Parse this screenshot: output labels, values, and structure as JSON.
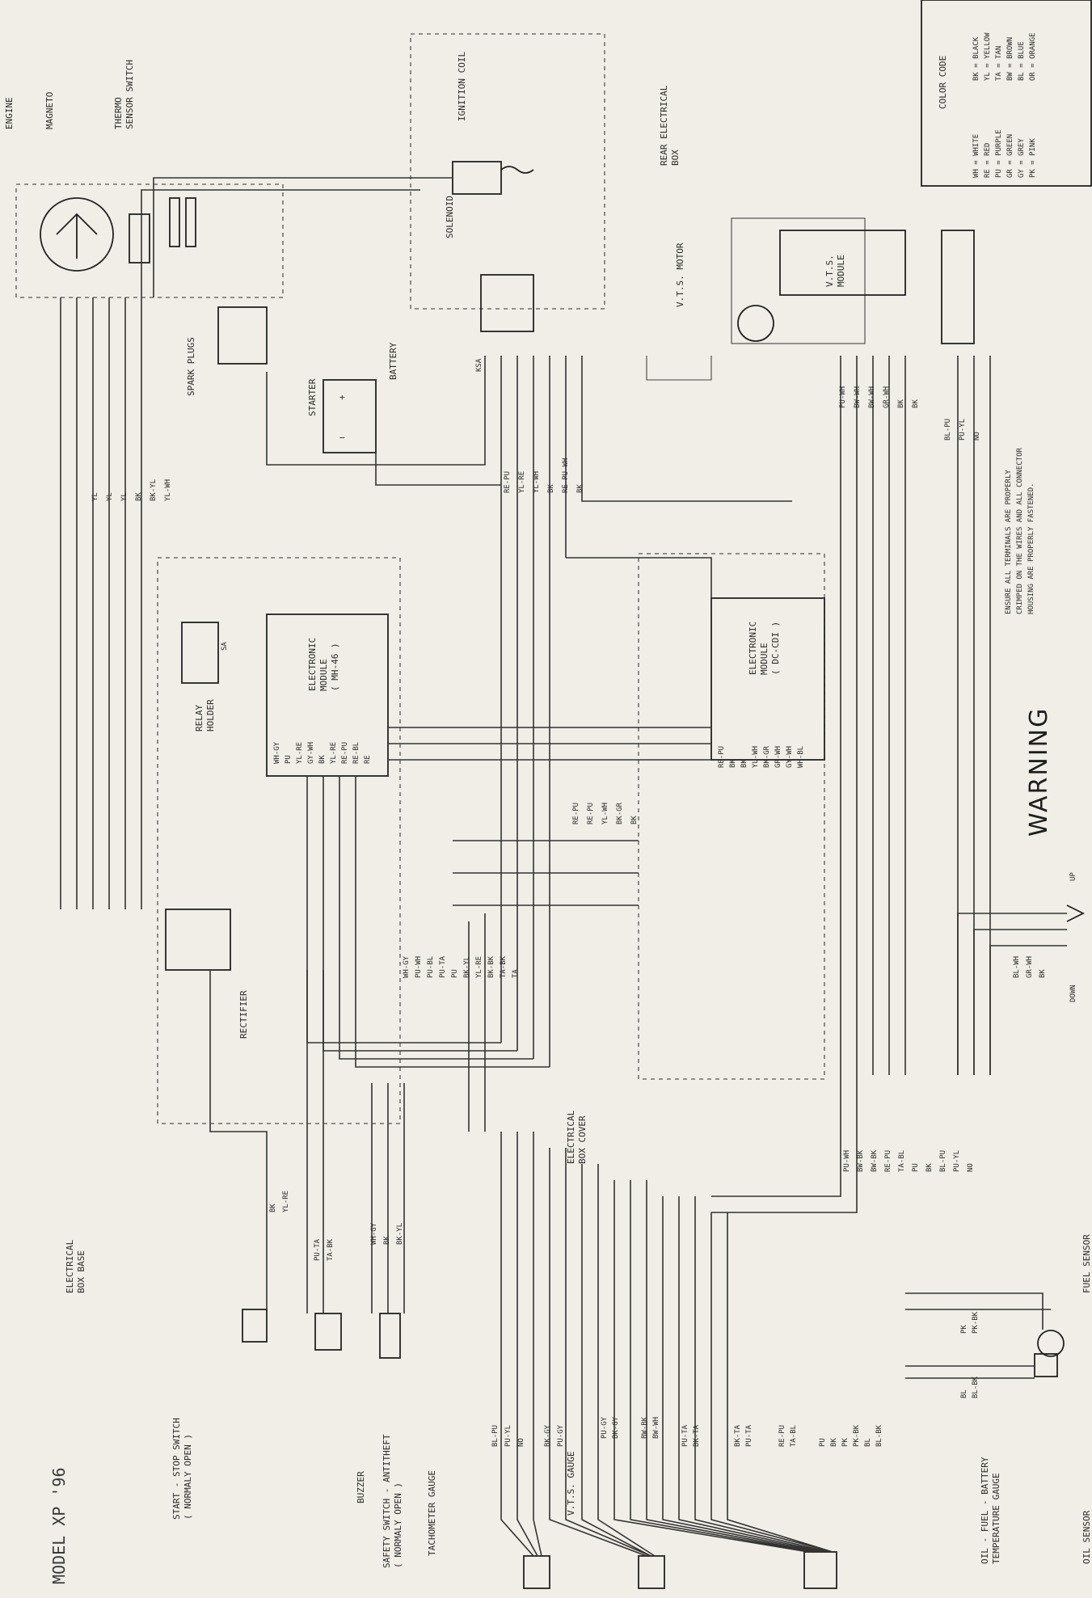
{
  "title": "MODEL XP '96",
  "color_code": {
    "heading": "COLOR CODE",
    "left": [
      "WH = WHITE",
      "RE = RED",
      "PU = PURPLE",
      "GR = GREEN",
      "GY = GREY",
      "PK = PINK"
    ],
    "right": [
      "BK = BLACK",
      "YL = YELLOW",
      "TA = TAN",
      "BW = BROWN",
      "BL = BLUE",
      "OR = ORANGE"
    ]
  },
  "warning": {
    "label": "WARNING",
    "lines": [
      "ENSURE ALL TERMINALS ARE PROPERLY",
      "CRIMPED ON THE WIRES AND ALL CONNECTOR",
      "HOUSING ARE PROPERLY FASTENED."
    ]
  },
  "components": {
    "engine": "ENGINE",
    "magneto": "MAGNETO",
    "thermo": [
      "THERMO",
      "SENSOR SWITCH"
    ],
    "ignition_coil": "IGNITION COIL",
    "rear_box": [
      "REAR ELECTRICAL",
      "BOX"
    ],
    "solenoid": "SOLENOID",
    "spark_plugs": "SPARK PLUGS",
    "starter": "STARTER",
    "battery": "BATTERY",
    "vts_motor": "V.T.S. MOTOR",
    "vts_module": [
      "V.T.S.",
      "MODULE"
    ],
    "relay_holder": [
      "RELAY",
      "HOLDER"
    ],
    "module_mh": [
      "ELECTRONIC",
      "MODULE",
      "( MH-46 )"
    ],
    "module_dc": [
      "ELECTRONIC",
      "MODULE",
      "( DC-CDI )"
    ],
    "rectifier": "RECTIFIER",
    "box_base": [
      "ELECTRICAL",
      "BOX BASE"
    ],
    "box_cover": [
      "ELECTRICAL",
      "BOX COVER"
    ],
    "start_stop": [
      "START - STOP SWITCH",
      "( NORMALY OPEN )"
    ],
    "buzzer": "BUZZER",
    "safety": [
      "SAFETY SWITCH - ANTITHEFT",
      "( NORMALY OPEN )"
    ],
    "tach": "TACHOMETER GAUGE",
    "vts_gauge": "V.T.S. GAUGE",
    "oil_gauge": [
      "OIL - FUEL - BATTERY",
      "TEMPERATURE GAUGE"
    ],
    "fuel_sensor": "FUEL SENSOR",
    "oil_sensor": "OIL SENSOR",
    "up": "UP",
    "down": "DOWN",
    "sa": "SA",
    "ksa": "KSA"
  },
  "wire_groups": {
    "engine_bundle": [
      "YL",
      "YL",
      "YL",
      "BK",
      "BK-YL",
      "YL-WH"
    ],
    "rear_bundle": [
      "RE-PU",
      "YL-RE",
      "YL-WH",
      "BK",
      "RE-PU-WH",
      "BK"
    ],
    "vts_module_pins": [
      "PU-WH",
      "BW-WH",
      "BW-WH",
      "GR-WH",
      "BK",
      "BK"
    ],
    "vts_plug": [
      "BL-PU",
      "PU-YL",
      "NO"
    ],
    "mh46_pins": [
      "WH-GY",
      "PU",
      "YL-RE",
      "GY-WH",
      "BK",
      "YL-RE",
      "RE-PU",
      "RE-BL",
      "RE"
    ],
    "dc_cdi_pins": [
      "RE-PU",
      "BK",
      "BK",
      "YL-WH",
      "BK-GR",
      "GR-WH",
      "GY-WH",
      "WH-BL"
    ],
    "left_connectors": [
      "RE-PU",
      "RE-PU",
      "YL-WH",
      "BK-GR",
      "BK"
    ],
    "bottom_mid": [
      "WH-GY",
      "PU-WH",
      "PU-BL",
      "PU-TA",
      "PU",
      "BK-YL",
      "YL-RE",
      "BK-BK",
      "TA-BK",
      "TA"
    ],
    "lower_right": [
      "PU-WH",
      "BW-BK",
      "BW-BK",
      "RE-PU",
      "TA-BL",
      "PU",
      "BK",
      "BL-PU",
      "PU-YL",
      "NO"
    ],
    "switch_wires": [
      "BK",
      "YL-RE"
    ],
    "buzzer_wires": [
      "PU-TA",
      "TA-BK"
    ],
    "safety_wires": [
      "WH-GY",
      "BK",
      "BK-YL"
    ],
    "tach_wires": [
      "BL-PU",
      "PU-YL",
      "NO"
    ],
    "vts_gauge_wires": [
      "BK-GY",
      "PU-GY"
    ],
    "gauge_a": [
      "PU-GY",
      "BK-GY"
    ],
    "gauge_b": [
      "BW-BK",
      "BW-WH"
    ],
    "gauge_c": [
      "PU-TA",
      "BK-TA"
    ],
    "gauge_d": [
      "BK-TA",
      "PU-TA"
    ],
    "gauge_e": [
      "RE-PU",
      "TA-BL"
    ],
    "gauge_f": [
      "PU",
      "BK",
      "PK",
      "PK-BK",
      "BL",
      "BL-BK"
    ],
    "fuel_sensor_wires": [
      "PK",
      "PK-BK"
    ],
    "oil_sensor_wires": [
      "BL",
      "BL-BK"
    ],
    "up_down": [
      "BL-WH",
      "GR-WH",
      "BK"
    ]
  }
}
